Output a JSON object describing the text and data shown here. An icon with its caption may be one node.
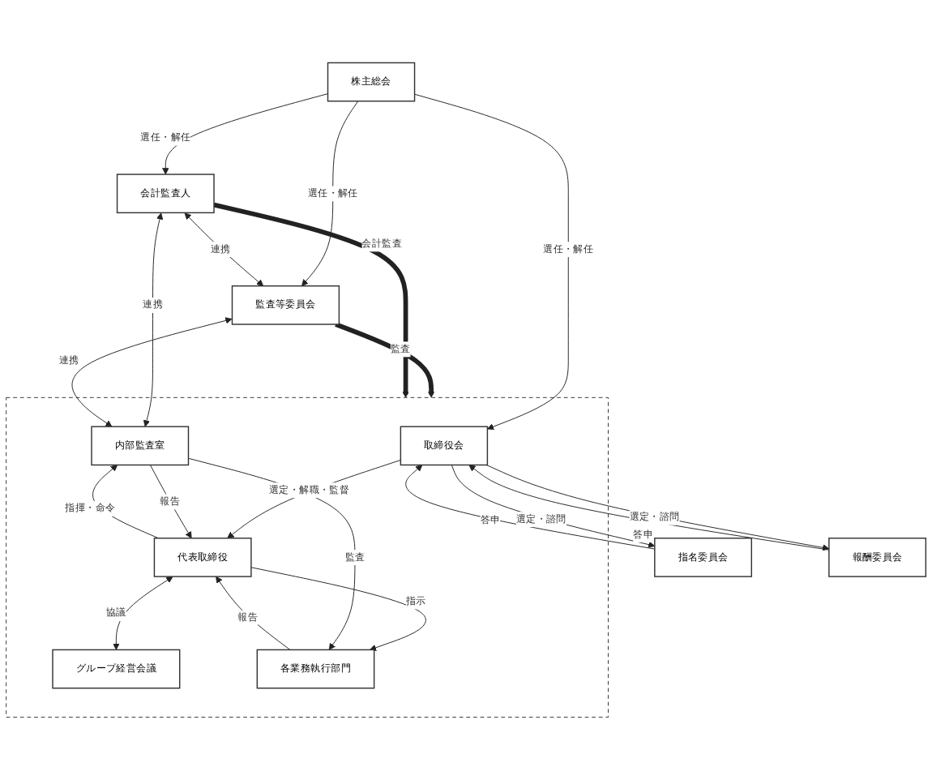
{
  "diagram": {
    "nodes": [
      {
        "text": [
          "株主総会"
        ]
      },
      {
        "text": [
          "会計監査人"
        ]
      },
      {
        "text": [
          "監査等委員会"
        ]
      },
      {
        "text": [],
        "shape": "box"
      },
      {
        "text": [
          "取締役会"
        ],
        "in": 3
      },
      {
        "text": [
          "指名委員会"
        ]
      },
      {
        "text": [
          "報酬委員会"
        ]
      },
      {
        "text": [
          "内部監査室"
        ],
        "in": 3
      },
      {
        "text": [
          "代表取締役"
        ],
        "in": 3
      },
      {
        "text": [
          "グループ経営会議"
        ],
        "in": 3
      },
      {
        "text": [
          "各業務執行部門"
        ],
        "in": 3
      }
    ],
    "edges": [
      {
        "from": 0,
        "to": 1,
        "arrow": "to",
        "label": "選任・解任"
      },
      {
        "from": 0,
        "to": 2,
        "arrow": "to",
        "label": "選任・解任"
      },
      {
        "from": 0,
        "to": 4,
        "arrow": "to",
        "label": "選任・解任"
      },
      {
        "from": 1,
        "to": 2,
        "arrow": "both",
        "label": "連携"
      },
      {
        "from": 2,
        "to": 3,
        "arrow": "to",
        "label": "監査",
        "style": "thick"
      },
      {
        "from": 1,
        "to": 3,
        "arrow": "to",
        "label": "会計監査",
        "style": "thick"
      },
      {
        "from": 1,
        "to": 7,
        "arrow": "both",
        "label": "連携"
      },
      {
        "from": 2,
        "to": 7,
        "arrow": "both",
        "label": "連携"
      },
      {
        "from": 4,
        "to": 5,
        "arrow": "to",
        "label": "選定・諮問"
      },
      {
        "from": 5,
        "to": 4,
        "arrow": "to",
        "label": "答申"
      },
      {
        "from": 4,
        "to": 6,
        "arrow": "to",
        "label": "選定・諮問"
      },
      {
        "from": 6,
        "to": 4,
        "arrow": "to",
        "label": "答申"
      },
      {
        "from": 4,
        "to": 8,
        "arrow": "to",
        "label": "選定・解職・監督"
      },
      {
        "from": 8,
        "to": 7,
        "arrow": "to",
        "label": "指揮・命令"
      },
      {
        "from": 7,
        "to": 8,
        "arrow": "to",
        "label": "報告"
      },
      {
        "from": 8,
        "to": 9,
        "arrow": "both",
        "label": "協議"
      },
      {
        "from": 10,
        "to": 8,
        "arrow": "to",
        "label": "報告"
      },
      {
        "from": 8,
        "to": 10,
        "arrow": "to",
        "label": "指示"
      },
      {
        "from": 7,
        "to": 10,
        "arrow": "to",
        "label": "監査"
      }
    ]
  }
}
